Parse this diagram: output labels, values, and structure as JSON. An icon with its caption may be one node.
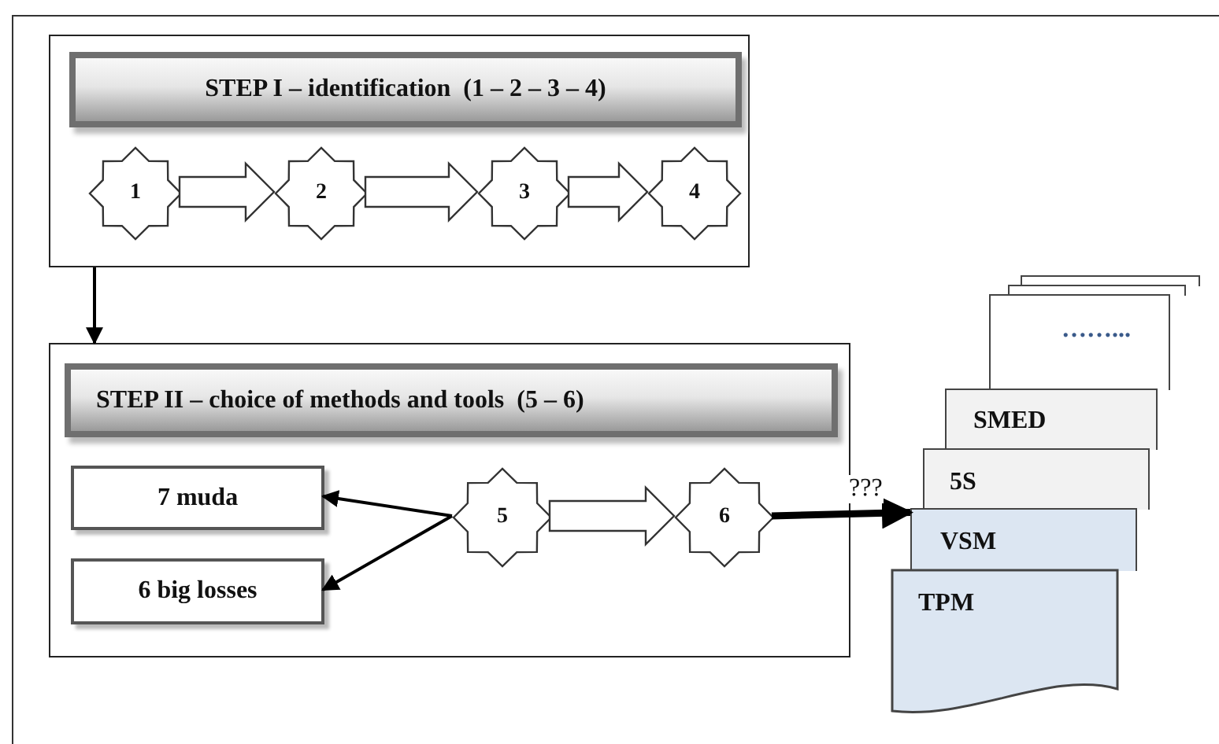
{
  "diagram": {
    "nodes": [
      {
        "text": [],
        "shape": "box"
      },
      {
        "text": [
          "STEP I – identification  (1 – 2 – 3 – 4)"
        ],
        "in": 0
      },
      {
        "text": [
          "1"
        ],
        "in": 0
      },
      {
        "text": [
          "2"
        ],
        "in": 0
      },
      {
        "text": [
          "3"
        ],
        "in": 0
      },
      {
        "text": [
          "4"
        ],
        "in": 0
      },
      {
        "text": [],
        "shape": "box"
      },
      {
        "text": [
          "STEP II – choice of methods and tools  (5 – 6)"
        ],
        "in": 6
      },
      {
        "text": [
          "7 muda"
        ],
        "in": 6
      },
      {
        "text": [
          "6 big losses"
        ],
        "in": 6
      },
      {
        "text": [
          "5"
        ],
        "in": 6
      },
      {
        "text": [
          "6"
        ],
        "in": 6
      },
      {
        "text": [],
        "shape": "box"
      },
      {
        "text": [],
        "shape": "box"
      },
      {
        "text": [
          "……..."
        ]
      },
      {
        "text": [
          "SMED"
        ]
      },
      {
        "text": [
          "5S"
        ]
      },
      {
        "text": [
          "VSM"
        ]
      },
      {
        "text": [
          "TPM"
        ]
      }
    ],
    "edges": [
      {
        "from": 2,
        "to": 3,
        "arrow": "to"
      },
      {
        "from": 3,
        "to": 4,
        "arrow": "to"
      },
      {
        "from": 4,
        "to": 5,
        "arrow": "to"
      },
      {
        "from": 0,
        "to": 6,
        "arrow": "to"
      },
      {
        "from": 10,
        "to": 8,
        "arrow": "to"
      },
      {
        "from": 10,
        "to": 9,
        "arrow": "to"
      },
      {
        "from": 10,
        "to": 11,
        "arrow": "to"
      },
      {
        "from": 11,
        "to": 17,
        "arrow": "to",
        "label": "???",
        "style": "thick"
      }
    ]
  }
}
